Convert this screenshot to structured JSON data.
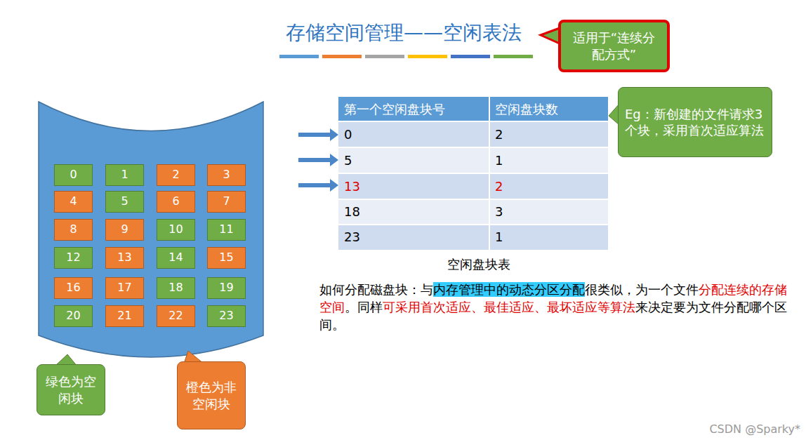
{
  "diagram": {
    "title": "存储空间管理——空闲表法",
    "nodes": [
      {
        "text": [
          "适用于“连续分配方式”"
        ]
      },
      {
        "text": [
          "0"
        ]
      },
      {
        "text": [
          "1"
        ]
      },
      {
        "text": [
          "2"
        ]
      },
      {
        "text": [
          "3"
        ]
      },
      {
        "text": [
          "4"
        ]
      },
      {
        "text": [
          "5"
        ]
      },
      {
        "text": [
          "6"
        ]
      },
      {
        "text": [
          "7"
        ]
      },
      {
        "text": [
          "8"
        ]
      },
      {
        "text": [
          "9"
        ]
      },
      {
        "text": [
          "10"
        ]
      },
      {
        "text": [
          "11"
        ]
      },
      {
        "text": [
          "12"
        ]
      },
      {
        "text": [
          "13"
        ]
      },
      {
        "text": [
          "14"
        ]
      },
      {
        "text": [
          "15"
        ]
      },
      {
        "text": [
          "16"
        ]
      },
      {
        "text": [
          "17"
        ]
      },
      {
        "text": [
          "18"
        ]
      },
      {
        "text": [
          "19"
        ]
      },
      {
        "text": [
          "20"
        ]
      },
      {
        "text": [
          "21"
        ]
      },
      {
        "text": [
          "22"
        ]
      },
      {
        "text": [
          "23"
        ]
      },
      {
        "text": [
          "Eg：新创建的文件请求3个块，采用首次适应算法"
        ]
      },
      {
        "text": [
          "绿色为空闲块"
        ]
      },
      {
        "text": [
          "橙色为非空闲块"
        ]
      }
    ],
    "labels": [
      "第一个空闲盘块号",
      "空闲盘块数",
      "0",
      "2",
      "5",
      "1",
      "13",
      "2",
      "18",
      "3",
      "23",
      "1",
      "空闲盘块表",
      "如何分配磁盘块：与",
      "内存管理中的动态分区分配",
      "很类似，为一个文件",
      "分配连续的存储空间",
      "。同样",
      "可采用首次适应、最佳适应、最坏适应等算法",
      "来决定要为文件分配哪个区间。",
      "CSDN @Sparky*"
    ]
  }
}
